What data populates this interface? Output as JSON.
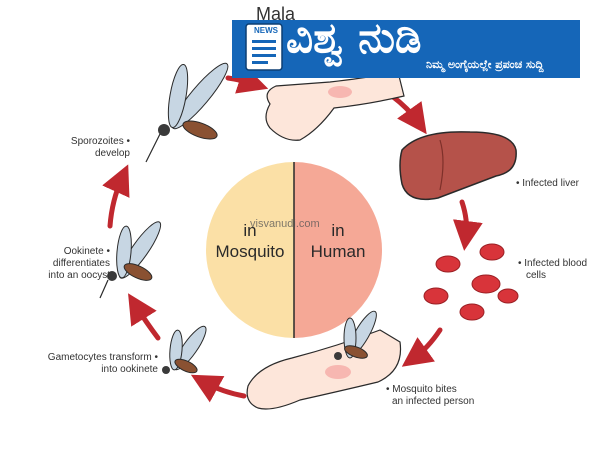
{
  "title_partial": "Mala",
  "center": {
    "left_line1": "in",
    "left_line2": "Mosquito",
    "right_line1": "in",
    "right_line2": "Human"
  },
  "labels": {
    "sporozoites": [
      "Sporozoites •",
      "develop"
    ],
    "ookinete": [
      "Ookinete •",
      "differentiates",
      "into an oocyst"
    ],
    "gametocytes": [
      "Gametocytes transform •",
      "into ookinete"
    ],
    "infected_liver": "• Infected liver",
    "infected_blood": [
      "• Infected blood",
      "cells"
    ],
    "mosquito_bites": [
      "• Mosquito bites",
      "an infected person"
    ]
  },
  "branding": {
    "news_tag": "NEWS",
    "name": "ವಿಶ್ವ ನುಡಿ",
    "tagline": "ನಿಮ್ಮ ಅಂಗೈಯಲ್ಲೇ ಪ್ರಪಂಚ ಸುದ್ದಿ",
    "watermark": "visvanudi.com"
  },
  "colors": {
    "mosquito_half": "#fbe0a6",
    "human_half": "#f5a896",
    "arrow": "#c0282f",
    "liver": "#b5524a",
    "blood_cell": "#d8343a",
    "banner": "#1566b8"
  },
  "icons": [
    "mosquito-icon",
    "hand-icon",
    "liver-icon",
    "blood-cell-icon",
    "news-icon"
  ]
}
